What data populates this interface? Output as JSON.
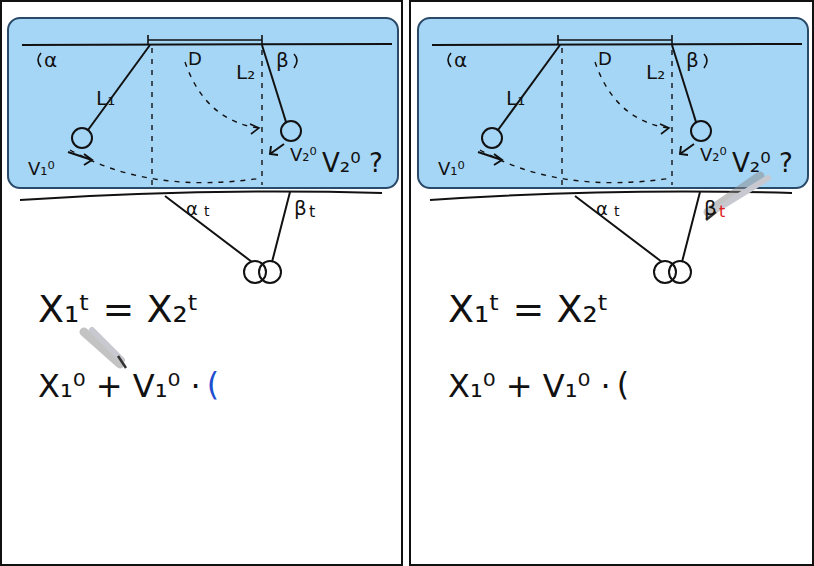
{
  "diagram": {
    "labels": [
      "α",
      "D",
      "β",
      "L₁",
      "L₂",
      "V₁⁰",
      "V₂⁰",
      "V₂⁰ ?",
      "α",
      "t",
      "β",
      "t",
      "X₁ᵗ = X₂ᵗ",
      "X₁⁰ + V₁⁰ ·",
      "(",
      "α",
      "D",
      "β",
      "L₁",
      "L₂",
      "V₁⁰",
      "V₂⁰",
      "V₂⁰ ?",
      "α",
      "t",
      "β",
      "t",
      "X₁ᵗ = X₂ᵗ",
      "X₁⁰ + V₁⁰ ·",
      "("
    ]
  }
}
